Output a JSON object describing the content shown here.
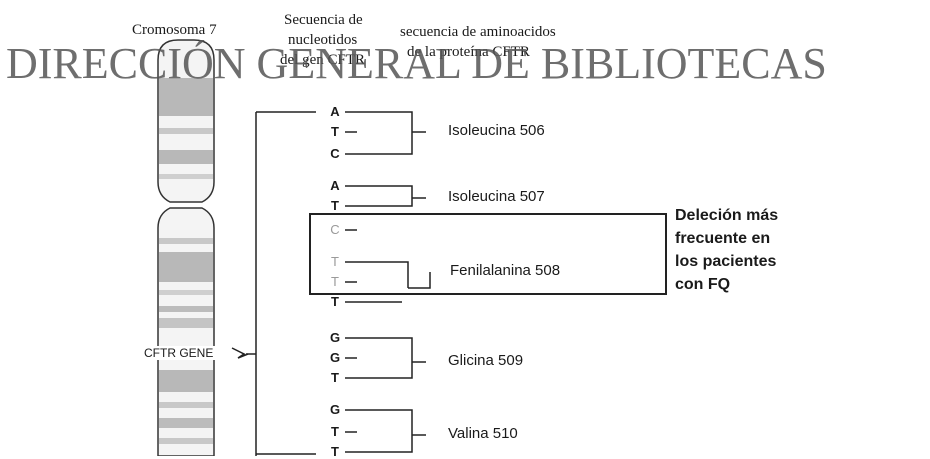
{
  "header": {
    "chromosome": "Cromosoma 7",
    "nucleotide_seq": [
      "Secuencia de",
      "nucleotidos",
      "del gen CFTR"
    ],
    "aminoacid_seq": [
      "secuencia de aminoacidos",
      "de la proteína CFTR"
    ]
  },
  "watermark": "DIRECCIÓN GENERAL DE BIBLIOTECAS",
  "gene_label": "CFTR GENE",
  "side_note": "",
  "nucleotides": [
    "A",
    "T",
    "C",
    "A",
    "T",
    "C",
    "T",
    "T",
    "T",
    "G",
    "G",
    "T",
    "G",
    "T",
    "T"
  ],
  "amino_acids": [
    {
      "name": "Isoleucina 506"
    },
    {
      "name": "Isoleucina 507"
    },
    {
      "name": "Fenilalanina 508"
    },
    {
      "name": "Glicina 509"
    },
    {
      "name": "Valina 510"
    }
  ],
  "deletion_note": [
    "Deleción más",
    "frecuente en",
    "los pacientes",
    "con FQ"
  ],
  "colors": {
    "ink": "#1a1a1a",
    "faded": "#9a9a9a",
    "band": "#b8b8b8"
  }
}
